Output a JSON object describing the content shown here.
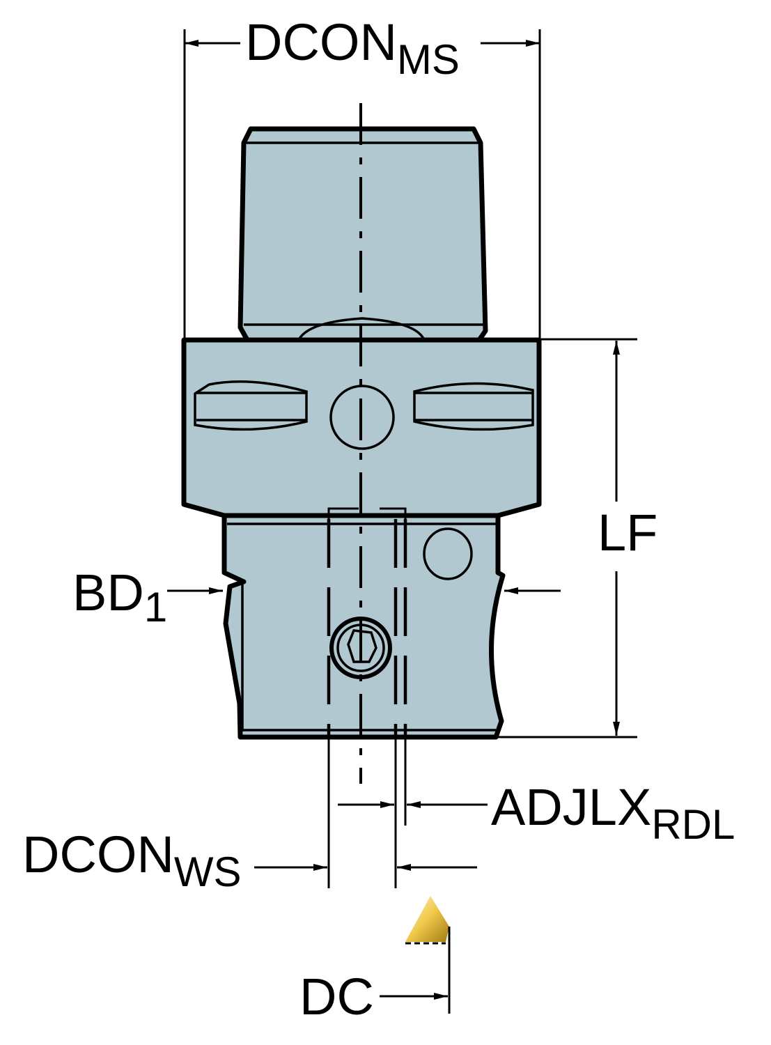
{
  "labels": {
    "dcon_ms": {
      "main": "DCON",
      "sub": "MS"
    },
    "lf": {
      "main": "LF"
    },
    "bd1": {
      "main": "BD",
      "sub": "1"
    },
    "adjlx_rdl": {
      "main": "ADJLX",
      "sub": "RDL"
    },
    "dcon_ws": {
      "main": "DCON",
      "sub": "WS"
    },
    "dc": {
      "main": "DC"
    }
  },
  "colors": {
    "body": "#b1c8d1",
    "insert": "#e8c24a",
    "line": "#000000"
  }
}
